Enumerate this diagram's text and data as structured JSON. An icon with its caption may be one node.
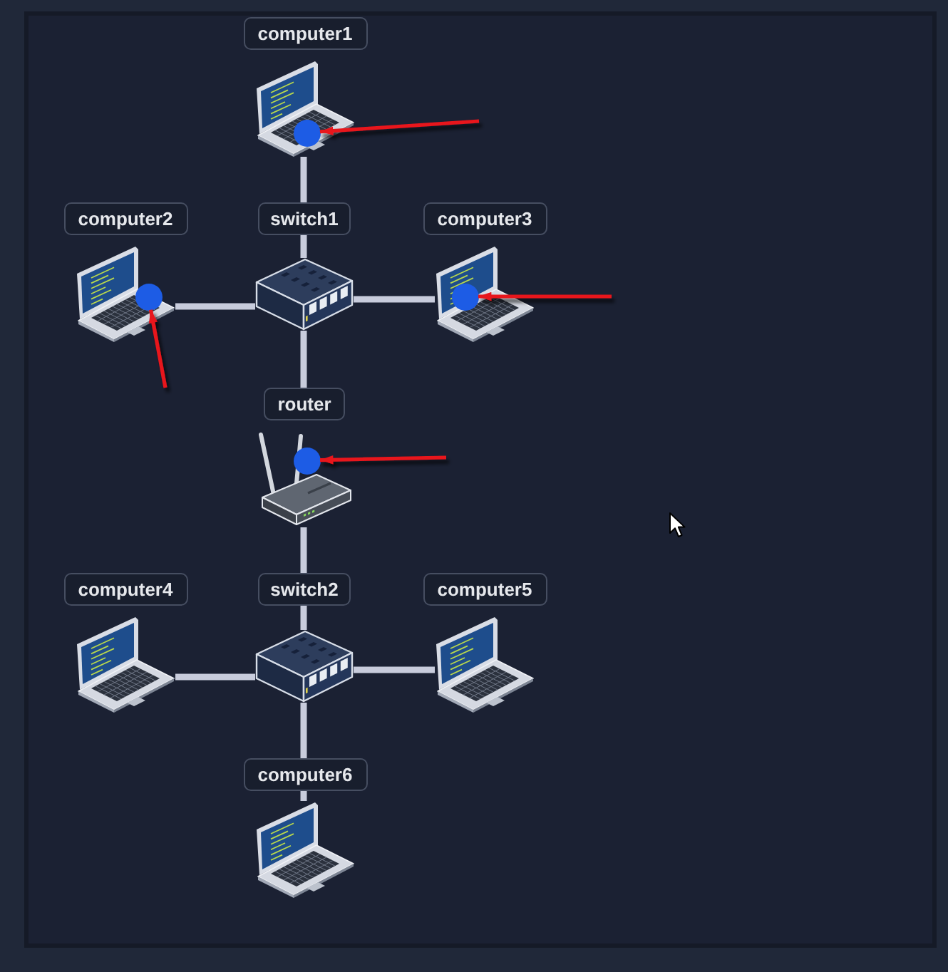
{
  "diagram": {
    "nodes": [
      {
        "text": [
          "computer1"
        ]
      },
      {
        "text": [],
        "shape": "circle",
        "in": 0
      },
      {
        "text": [
          "computer2"
        ]
      },
      {
        "text": [],
        "shape": "circle",
        "in": 2
      },
      {
        "text": [
          "switch1"
        ]
      },
      {
        "text": [
          "computer3"
        ]
      },
      {
        "text": [],
        "shape": "circle",
        "in": 5
      },
      {
        "text": [
          "router"
        ]
      },
      {
        "text": [],
        "shape": "circle",
        "in": 7
      },
      {
        "text": [
          "computer4"
        ]
      },
      {
        "text": [
          "switch2"
        ]
      },
      {
        "text": [
          "computer5"
        ]
      },
      {
        "text": [
          "computer6"
        ]
      }
    ],
    "edges": [
      {
        "from": 0,
        "to": 4,
        "arrow": "none"
      },
      {
        "from": 2,
        "to": 4,
        "arrow": "none"
      },
      {
        "from": 4,
        "to": 5,
        "arrow": "none"
      },
      {
        "from": 4,
        "to": 7,
        "arrow": "none"
      },
      {
        "from": 7,
        "to": 10,
        "arrow": "none"
      },
      {
        "from": 9,
        "to": 10,
        "arrow": "none"
      },
      {
        "from": 10,
        "to": 11,
        "arrow": "none"
      },
      {
        "from": 10,
        "to": 12,
        "arrow": "none"
      },
      {
        "from": null,
        "to": 1,
        "arrow": "to",
        "color": "#e8141b"
      },
      {
        "from": null,
        "to": 6,
        "arrow": "to",
        "color": "#e8141b"
      },
      {
        "from": null,
        "to": 3,
        "arrow": "to",
        "color": "#e8141b"
      },
      {
        "from": null,
        "to": 8,
        "arrow": "to",
        "color": "#e8141b"
      }
    ]
  }
}
